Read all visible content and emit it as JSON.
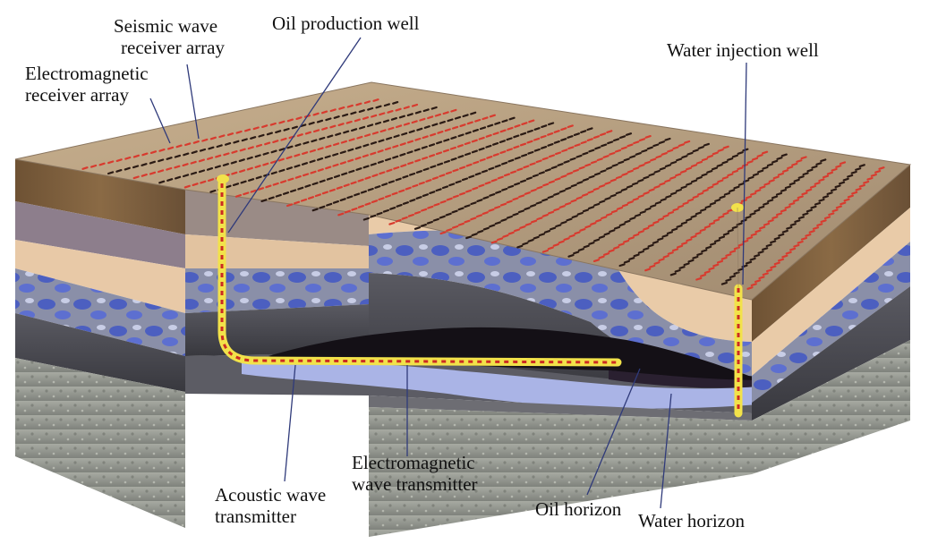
{
  "labels": {
    "seismic": [
      "Seismic wave",
      "receiver array"
    ],
    "em_receiver": [
      "Electromagnetic",
      "receiver array"
    ],
    "oil_well": "Oil production well",
    "water_well": "Water injection well",
    "acoustic": [
      "Acoustic wave",
      "transmitter"
    ],
    "em_transmitter": [
      "Electromagnetic",
      "wave transmitter"
    ],
    "oil_horizon": "Oil horizon",
    "water_horizon": "Water horizon"
  },
  "colors": {
    "surface": "#b59c7c",
    "topsoil": "#7d5c3a",
    "sandstone": "#e6c6a4",
    "blue_layer": "#5a6fbf",
    "shale": "#4a4a52",
    "bedrock": "#9a9e95",
    "oil": "#141016",
    "water": "#a9b4e6",
    "well_casing": "#f2e24a",
    "receiver_red": "#d83a2e",
    "receiver_black": "#2a1a14",
    "leader_line": "#2f3a7a"
  }
}
